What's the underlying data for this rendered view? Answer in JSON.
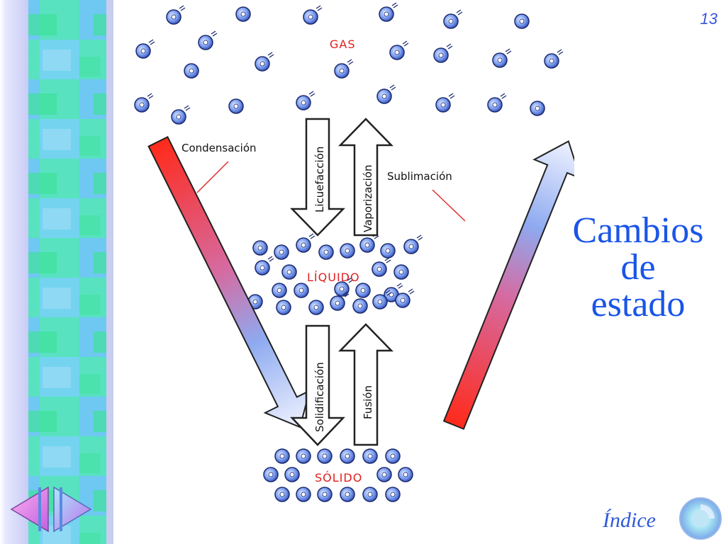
{
  "slide": {
    "page_number": "13",
    "title_lines": [
      "Cambios",
      "de",
      "estado"
    ],
    "index_label": "Índice"
  },
  "diagram": {
    "phases": {
      "gas": "GAS",
      "liquid": "LÍQUIDO",
      "solid": "SÓLIDO"
    },
    "processes": {
      "condensation": "Condensación",
      "liquefaction": "Licuefacción",
      "vaporization": "Vaporización",
      "sublimation": "Sublimación",
      "solidification": "Solidificación",
      "fusion": "Fusión"
    }
  },
  "icons": {
    "nav_previous": "triangle-left-icon",
    "nav_next": "triangle-right-icon",
    "index": "circle-index-icon"
  },
  "colors": {
    "title": "#1a55e8",
    "phase_label": "#e02020",
    "particle": "#7e9ff0",
    "arrow_red": "#ff2a1a",
    "arrow_blue": "#8eaaf0"
  }
}
